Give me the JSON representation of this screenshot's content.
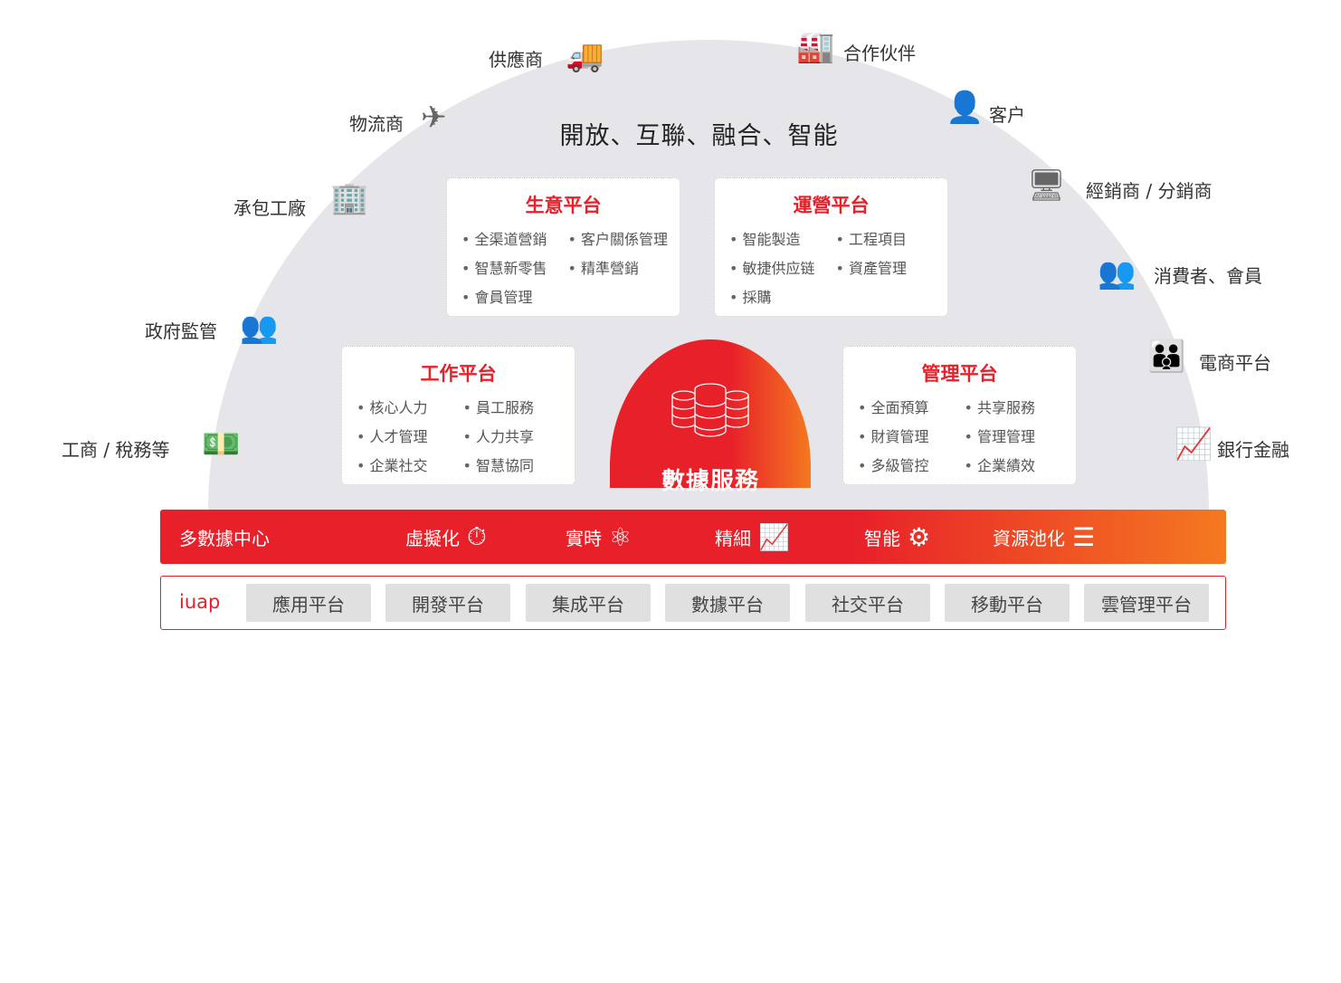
{
  "title": "開放、互聯、融合、智能",
  "stakeholders": {
    "supplier": "供應商",
    "partner": "合作伙伴",
    "logistics": "物流商",
    "customer": "客户",
    "contractor": "承包工廠",
    "dealer": "經銷商 / 分銷商",
    "government": "政府監管",
    "consumer": "消費者、會員",
    "ecommerce": "電商平台",
    "tax": "工商 / 稅務等",
    "bank": "銀行金融"
  },
  "cards": [
    {
      "title": "生意平台",
      "items": [
        "全渠道營銷",
        "客户關係管理",
        "智慧新零售",
        "精準營銷",
        "會員管理"
      ]
    },
    {
      "title": "運營平台",
      "items": [
        "智能製造",
        "工程項目",
        "敏捷供应链",
        "資產管理",
        "採購"
      ]
    },
    {
      "title": "工作平台",
      "items": [
        "核心人力",
        "員工服務",
        "人才管理",
        "人力共享",
        "企業社交",
        "智慧協同"
      ]
    },
    {
      "title": "管理平台",
      "items": [
        "全面預算",
        "共享服務",
        "財資管理",
        "管理管理",
        "多級管控",
        "企業績效"
      ]
    }
  ],
  "core": "數據服務",
  "redbar": [
    "多數據中心",
    "虛擬化",
    "實時",
    "精細",
    "智能",
    "資源池化"
  ],
  "iuap": {
    "label": "iuap",
    "platforms": [
      "應用平台",
      "開發平台",
      "集成平台",
      "數據平台",
      "社交平台",
      "移動平台",
      "雲管理平台"
    ]
  },
  "colors": {
    "accent": "#e8202a",
    "orange": "#f47920",
    "dome": "#e6e6ea"
  }
}
